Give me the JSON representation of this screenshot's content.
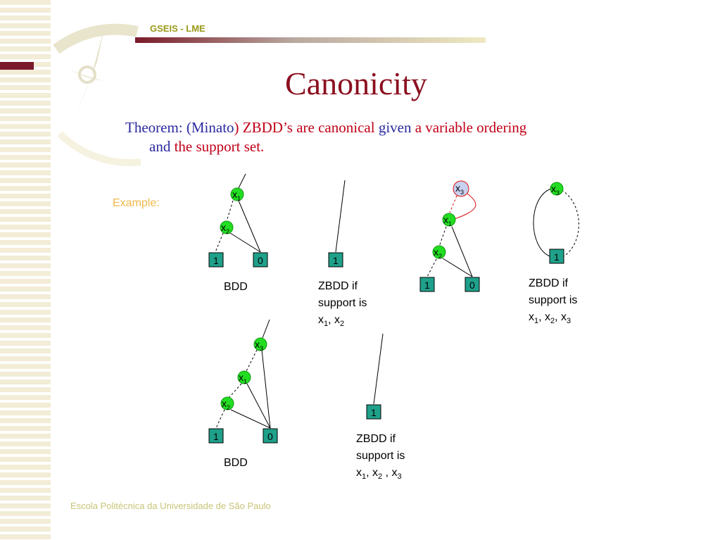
{
  "header": {
    "org": "GSEIS - LME"
  },
  "slide": {
    "title": "Canonicity",
    "theorem": {
      "p1": "Theorem: (Minato",
      "p2": ")",
      "p3": " ZBDD’s are canonical ",
      "p4": "given",
      "p5": " a variable ordering",
      "p6": "and",
      "p7": " the support set."
    },
    "example_label": "Example:",
    "footer": "Escola Politécnica da Universidade de São Paulo"
  },
  "captions": {
    "bdd1": "BDD",
    "bdd2": "BDD",
    "z1": {
      "l1": "ZBDD if",
      "l2": "support is",
      "v1": "x",
      "s1": "1",
      "sep1": ", x",
      "s2": "2"
    },
    "z2": {
      "l1": "ZBDD if",
      "l2": "support is",
      "v1": "x",
      "s1": "1",
      "sep1": ", x",
      "s2": "2",
      "sep2": ", x",
      "s3": "3"
    },
    "z3": {
      "l1": "ZBDD if",
      "l2": "support is",
      "v1": "x",
      "s1": "1",
      "sep1": ", x",
      "s2": "2",
      "sep2": " , x",
      "s3": "3"
    }
  },
  "nodes": {
    "var": "x",
    "one": "1",
    "zero": "0",
    "i1": "1",
    "i2": "2",
    "i3": "3"
  },
  "colors": {
    "node_fill": "#22dd22",
    "terminal_fill": "#1fa08a",
    "highlight_node": "#c8d0f0",
    "highlight_edge": "#dd1111",
    "title": "#8b1020",
    "blue_text": "#2a2aa0",
    "red_text": "#c00018"
  }
}
